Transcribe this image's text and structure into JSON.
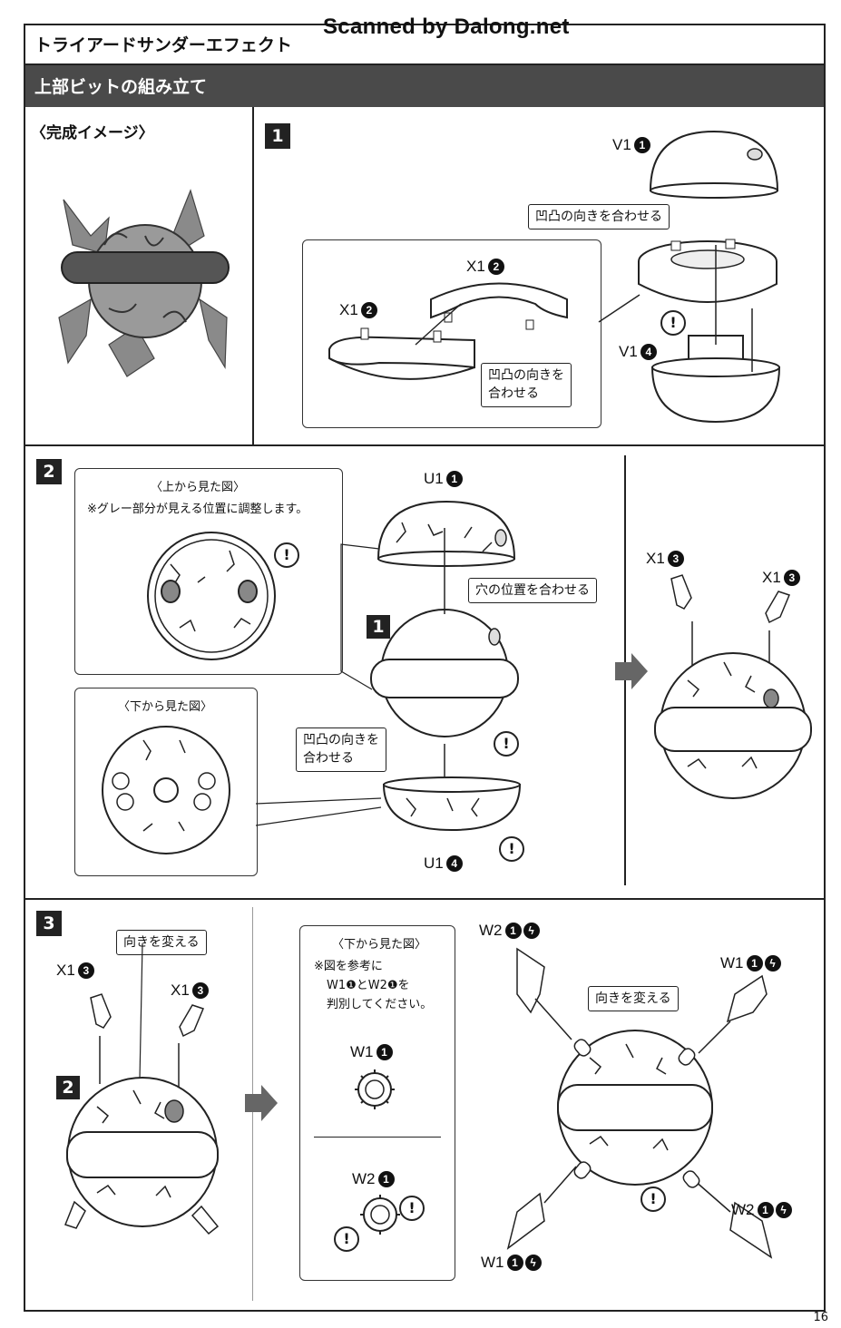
{
  "header": {
    "title": "トライアードサンダーエフェクト",
    "scanner_credit": "Scanned by Dalong.net",
    "section": "上部ビットの組み立て"
  },
  "complete_image": {
    "label": "〈完成イメージ〉"
  },
  "step1": {
    "number": "1",
    "parts": {
      "v1_top": {
        "part": "V1",
        "num": "1"
      },
      "x1_right": {
        "part": "X1",
        "num": "2"
      },
      "x1_left": {
        "part": "X1",
        "num": "2"
      },
      "v1_bottom": {
        "part": "V1",
        "num": "4"
      }
    },
    "callout_align_top": "凹凸の向きを合わせる",
    "callout_align_ring_1": "凹凸の向きを",
    "callout_align_ring_2": "合わせる",
    "warning": "!"
  },
  "step2": {
    "number": "2",
    "top_view": {
      "title": "〈上から見た図〉",
      "note": "※グレー部分が見える位置に調整します。"
    },
    "bottom_view": {
      "title": "〈下から見た図〉"
    },
    "parts": {
      "u1_top": {
        "part": "U1",
        "num": "1"
      },
      "u1_bottom": {
        "part": "U1",
        "num": "4"
      },
      "x1_a": {
        "part": "X1",
        "num": "3"
      },
      "x1_b": {
        "part": "X1",
        "num": "3"
      }
    },
    "ref_step": "1",
    "callout_holes": "穴の位置を合わせる",
    "callout_align_1": "凹凸の向きを",
    "callout_align_2": "合わせる",
    "warning": "!"
  },
  "step3": {
    "number": "3",
    "ref_step": "2",
    "callout_turn": "向きを変える",
    "callout_turn_right": "向きを変える",
    "parts": {
      "x1_a": {
        "part": "X1",
        "num": "3"
      },
      "x1_b": {
        "part": "X1",
        "num": "3"
      },
      "w2_top": {
        "part": "W2",
        "num": "1"
      },
      "w1_top": {
        "part": "W1",
        "num": "1"
      },
      "w1_bottom": {
        "part": "W1",
        "num": "1"
      },
      "w2_bottom": {
        "part": "W2",
        "num": "1"
      }
    },
    "bottom_view_panel": {
      "title": "〈下から見た図〉",
      "note_1": "※図を参考に",
      "note_2": "W1❶とW2❶を",
      "note_3": "判別してください。",
      "w1_label": {
        "part": "W1",
        "num": "1"
      },
      "w2_label": {
        "part": "W2",
        "num": "1"
      }
    },
    "warning": "!"
  },
  "footer": {
    "page_number": "16"
  }
}
